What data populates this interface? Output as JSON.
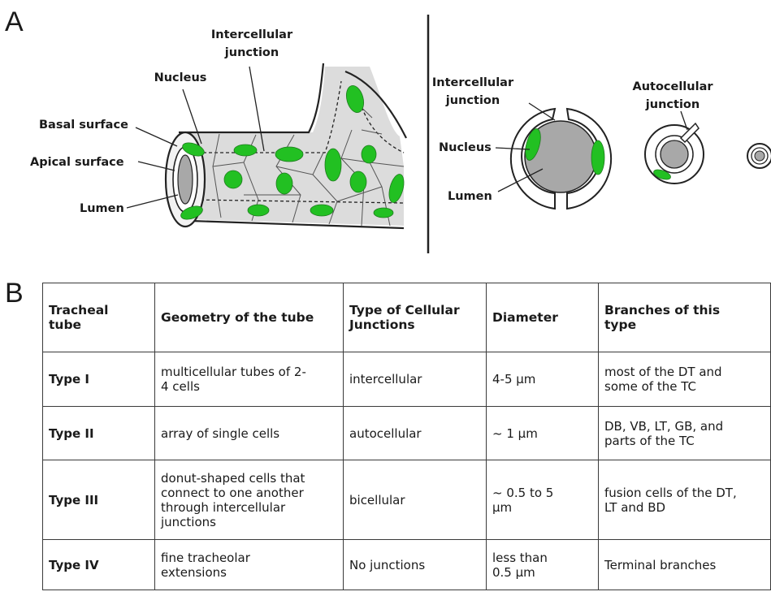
{
  "panels": {
    "a": "A",
    "b": "B"
  },
  "colors": {
    "cell_nucleus": "#22c022",
    "cytoplasm": "#dcdcdc",
    "lumen": "#a8a8a8",
    "outline": "#222222"
  },
  "diagram_labels": {
    "intercellular_junction_line1": "Intercellular",
    "intercellular_junction_line2": "junction",
    "nucleus": "Nucleus",
    "basal_surface": "Basal surface",
    "apical_surface": "Apical surface",
    "lumen": "Lumen",
    "cross_intercellular_line1": "Intercellular",
    "cross_intercellular_line2": "junction",
    "cross_nucleus": "Nucleus",
    "cross_lumen": "Lumen",
    "autocellular_line1": "Autocellular",
    "autocellular_line2": "junction"
  },
  "table": {
    "headers": {
      "tube": [
        "Tracheal",
        "tube"
      ],
      "geometry": "Geometry of the tube",
      "junctions": [
        "Type of Cellular",
        "Junctions"
      ],
      "diameter": "Diameter",
      "branches": [
        "Branches of this",
        "type"
      ]
    },
    "rows": [
      {
        "tube": "Type I",
        "geometry": [
          "multicellular tubes of 2-",
          "4 cells"
        ],
        "junctions": "intercellular",
        "diameter": [
          "4-5 µm"
        ],
        "branches": [
          "most of the DT and",
          "some of the TC"
        ]
      },
      {
        "tube": "Type II",
        "geometry": [
          "array of single cells"
        ],
        "junctions": "autocellular",
        "diameter": [
          "~ 1 µm"
        ],
        "branches": [
          "DB, VB, LT, GB, and",
          "parts of the TC"
        ]
      },
      {
        "tube": "Type III",
        "geometry": [
          "donut-shaped cells that",
          "connect to one another",
          "through intercellular",
          "junctions"
        ],
        "junctions": "bicellular",
        "diameter": [
          "~ 0.5 to 5",
          "µm"
        ],
        "branches": [
          "fusion cells of the DT,",
          "LT and BD"
        ]
      },
      {
        "tube": "Type IV",
        "geometry": [
          "fine tracheolar",
          "extensions"
        ],
        "junctions": "No junctions",
        "diameter": [
          "less than",
          "0.5 µm"
        ],
        "branches": [
          "Terminal branches"
        ]
      }
    ]
  }
}
